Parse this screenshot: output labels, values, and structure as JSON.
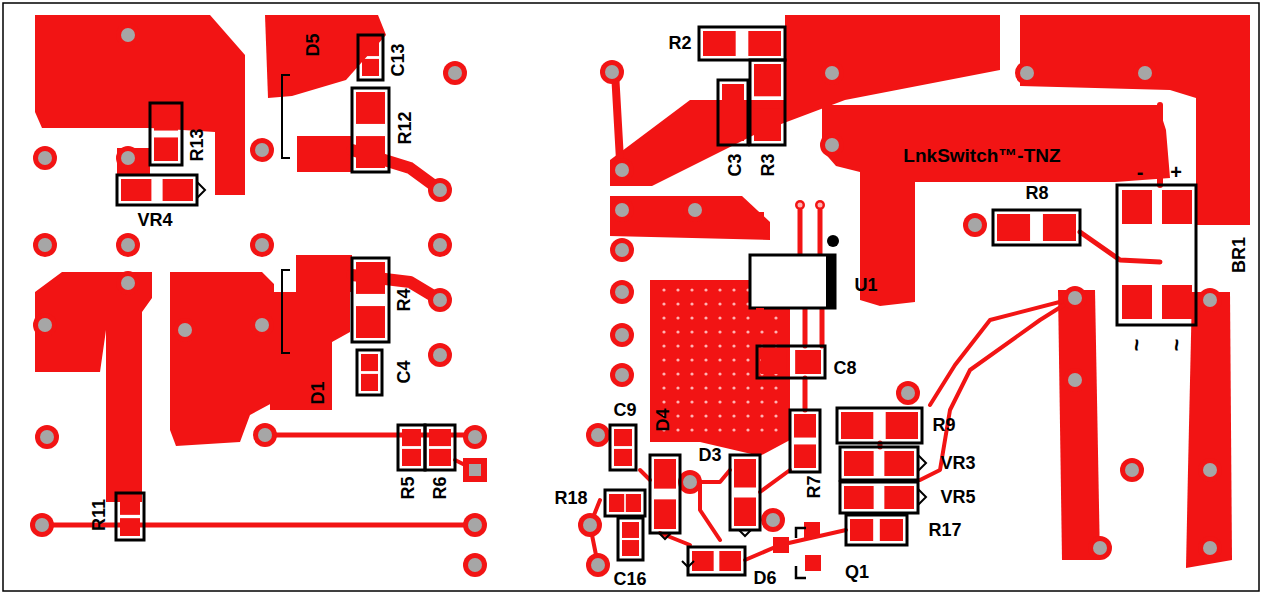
{
  "diagram": {
    "labels": [
      "D5",
      "C13",
      "R2",
      "R12",
      "R13",
      "C3",
      "R3",
      "LnkSwitch™-TNZ",
      "VR4",
      "-",
      "+",
      "R8",
      "U1",
      "BR1",
      "R4",
      "~",
      "~",
      "C8",
      "C4",
      "D1",
      "R9",
      "C9",
      "D4",
      "D3",
      "VR3",
      "R5",
      "R6",
      "R7",
      "VR5",
      "R18",
      "R11",
      "R17",
      "C16",
      "D6",
      "Q1"
    ]
  }
}
